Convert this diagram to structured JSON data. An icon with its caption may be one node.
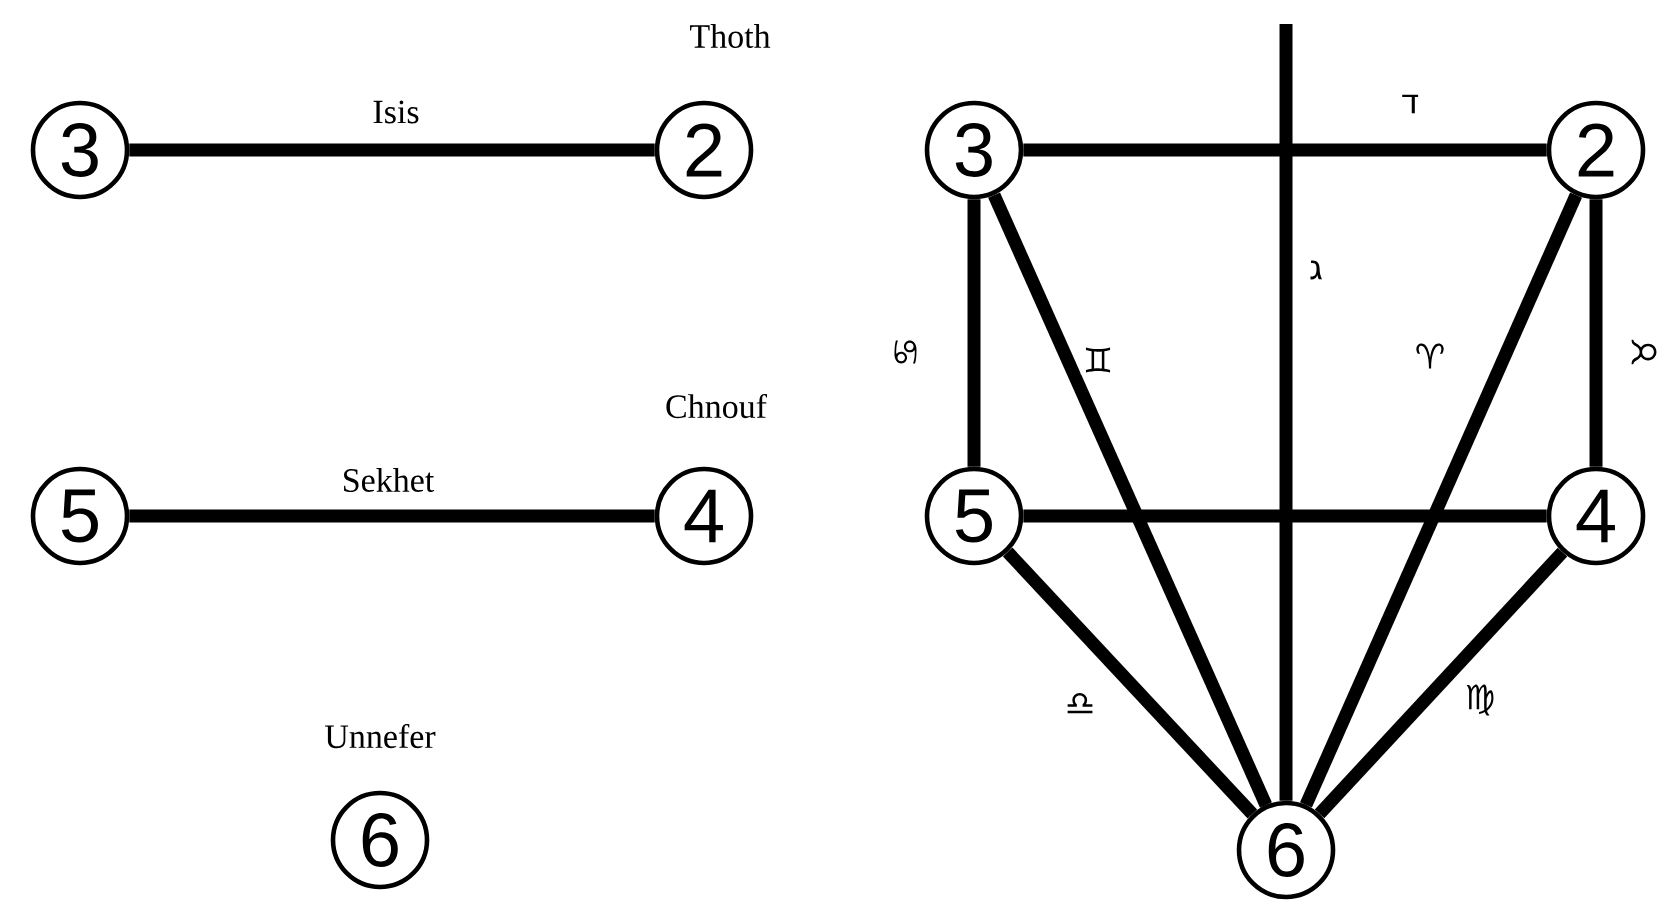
{
  "diagram": {
    "nodes": [
      {
        "text": [
          "3"
        ]
      },
      {
        "text": [
          "2"
        ],
        "beside": [
          "Thoth"
        ]
      },
      {
        "text": [
          "5"
        ]
      },
      {
        "text": [
          "4"
        ],
        "beside": [
          "Chnouf"
        ]
      },
      {
        "text": [
          "6"
        ],
        "beside": [
          "Unnefer"
        ]
      },
      {
        "text": [
          "3"
        ]
      },
      {
        "text": [
          "2"
        ]
      },
      {
        "text": [
          "5"
        ]
      },
      {
        "text": [
          "4"
        ]
      },
      {
        "text": [
          "6"
        ]
      }
    ],
    "edges": [
      {
        "from": 0,
        "to": 1,
        "arrow": "none",
        "label": "Isis"
      },
      {
        "from": 2,
        "to": 3,
        "arrow": "none",
        "label": "Sekhet"
      },
      {
        "from": 5,
        "to": 6,
        "arrow": "none",
        "label": "ד"
      },
      {
        "from": null,
        "to": 9,
        "arrow": "none",
        "label": "ג"
      },
      {
        "from": 5,
        "to": 7,
        "arrow": "none",
        "label": "♋"
      },
      {
        "from": 5,
        "to": 9,
        "arrow": "none",
        "label": "♊"
      },
      {
        "from": 6,
        "to": 9,
        "arrow": "none",
        "label": "♈"
      },
      {
        "from": 6,
        "to": 8,
        "arrow": "none",
        "label": "♉"
      },
      {
        "from": 7,
        "to": 8,
        "arrow": "none"
      },
      {
        "from": 7,
        "to": 9,
        "arrow": "none",
        "label": "♎"
      },
      {
        "from": 8,
        "to": 9,
        "arrow": "none",
        "label": "♍"
      }
    ]
  }
}
